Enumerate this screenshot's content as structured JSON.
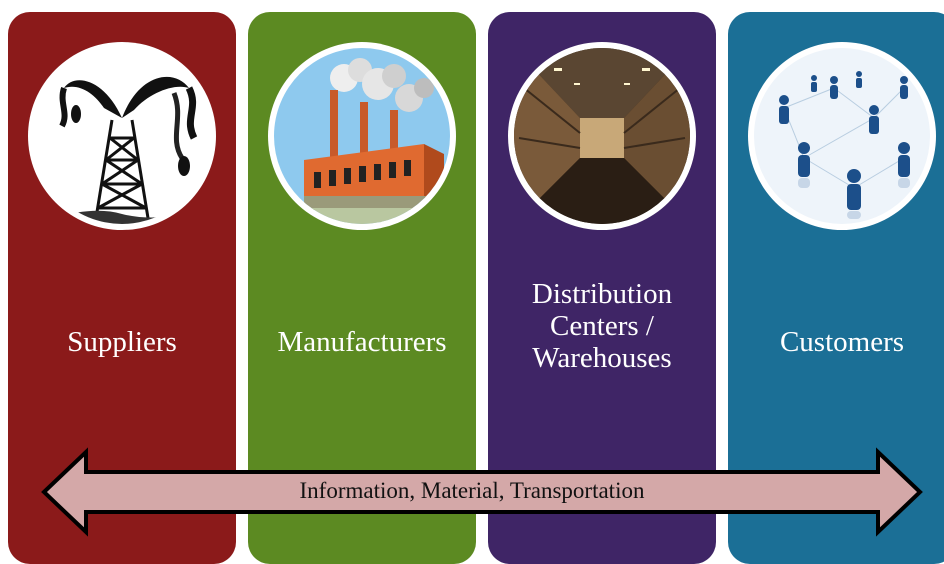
{
  "panels": [
    {
      "label": "Suppliers",
      "image": "oil-derrick-illustration",
      "color": "#8b1a1a"
    },
    {
      "label": "Manufacturers",
      "image": "factory-illustration",
      "color": "#5c8a22"
    },
    {
      "label_lines": [
        "Distribution",
        "Centers /",
        "Warehouses"
      ],
      "image": "warehouse-photo",
      "color": "#3f2566"
    },
    {
      "label": "Customers",
      "image": "network-people-illustration",
      "color": "#1b6f96"
    }
  ],
  "arrow": {
    "label": "Information, Material, Transportation",
    "fill": "#d4a8a8"
  }
}
